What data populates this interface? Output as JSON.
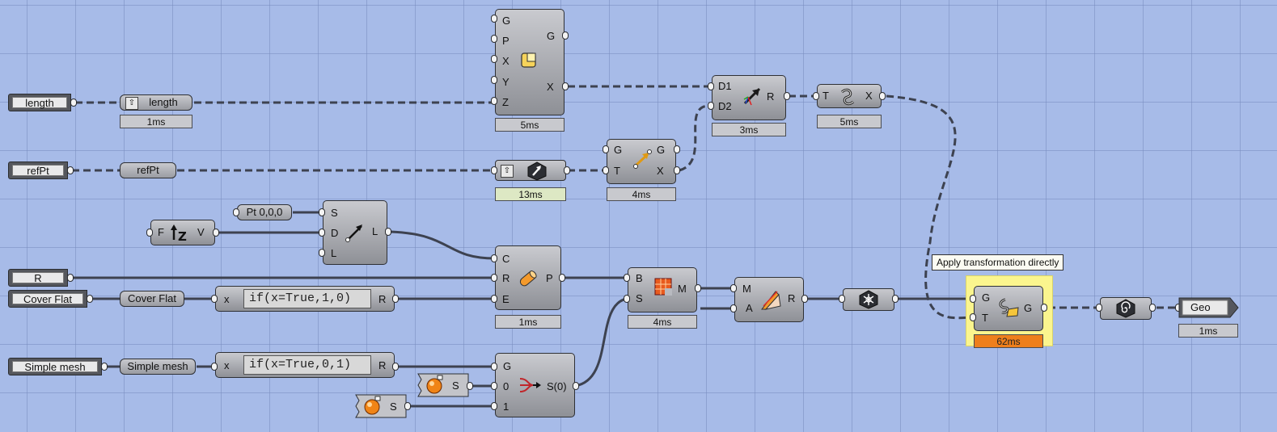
{
  "params": {
    "length": "length",
    "refPt": "refPt",
    "R": "R",
    "cover_flat": "Cover Flat",
    "simple_mesh": "Simple mesh",
    "geo": "Geo"
  },
  "relays": {
    "length": "length",
    "refPt": "refPt",
    "cover_flat": "Cover Flat",
    "simple_mesh": "Simple mesh",
    "pt": "Pt 0,0,0"
  },
  "expressions": {
    "e1_in": "x",
    "e1_expr": "if(x=True,1,0)",
    "e1_out": "R",
    "e2_in": "x",
    "e2_expr": "if(x=True,0,1)",
    "e2_out": "R"
  },
  "components": {
    "rect": {
      "inputs": [
        "G",
        "P",
        "X",
        "Y",
        "Z"
      ],
      "output": "G",
      "output2": "X",
      "time": "5ms"
    },
    "vecdir": {
      "inputs": [
        "D1",
        "D2"
      ],
      "output": "R",
      "time": "3ms"
    },
    "reflect": {
      "input": "T",
      "output": "X",
      "time": "5ms"
    },
    "orient": {
      "inputs": [
        "G",
        "T"
      ],
      "outputs": [
        "G",
        "X"
      ],
      "time": "4ms"
    },
    "hexparam": {
      "time": "13ms"
    },
    "unitz": {
      "input": "F",
      "output": "V"
    },
    "line": {
      "inputs": [
        "S",
        "D",
        "L"
      ],
      "output": "L"
    },
    "pipe": {
      "inputs": [
        "C",
        "R",
        "E"
      ],
      "output": "P",
      "time": "1ms"
    },
    "brep": {
      "inputs": [
        "B",
        "S"
      ],
      "output": "M",
      "time": "4ms"
    },
    "align": {
      "inputs": [
        "M",
        "A"
      ],
      "output": "R"
    },
    "stream": {
      "inputs": [
        "G",
        "0",
        "1"
      ],
      "output": "S(0)"
    },
    "transform": {
      "inputs": [
        "G",
        "T"
      ],
      "output": "G",
      "time": "62ms",
      "tooltip": "Apply transformation directly"
    },
    "geo": {
      "time": "1ms"
    },
    "length_relay": {
      "time": "1ms"
    },
    "mesh_s1": {
      "output": "S"
    },
    "mesh_s2": {
      "output": "S"
    }
  },
  "colors": {
    "canvas": "#a7bbe8",
    "wire": "#3d4250",
    "hot": "#ee7f1c",
    "tooltip_highlight": "#fbf58e"
  }
}
